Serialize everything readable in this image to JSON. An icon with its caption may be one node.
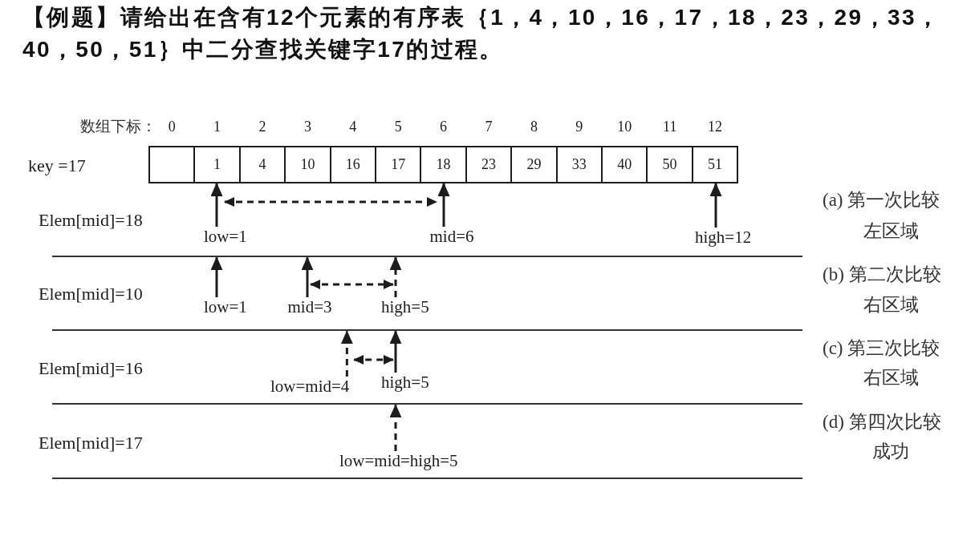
{
  "diagram": {
    "title": "【例题】请给出在含有12个元素的有序表｛1，4，10，16，17，18，23，29，33，40，50，51｝中二分查找关键字17的过程。",
    "nodes": [
      {
        "text": [],
        "shape": "box",
        "beside": [
          "0"
        ]
      },
      {
        "text": [
          "1"
        ],
        "beside": [
          "1"
        ]
      },
      {
        "text": [
          "4"
        ],
        "beside": [
          "2"
        ]
      },
      {
        "text": [
          "10"
        ],
        "beside": [
          "3"
        ]
      },
      {
        "text": [
          "16"
        ],
        "beside": [
          "4"
        ]
      },
      {
        "text": [
          "17"
        ],
        "beside": [
          "5"
        ]
      },
      {
        "text": [
          "18"
        ],
        "beside": [
          "6"
        ]
      },
      {
        "text": [
          "23"
        ],
        "beside": [
          "7"
        ]
      },
      {
        "text": [
          "29"
        ],
        "beside": [
          "8"
        ]
      },
      {
        "text": [
          "33"
        ],
        "beside": [
          "9"
        ]
      },
      {
        "text": [
          "40"
        ],
        "beside": [
          "10"
        ]
      },
      {
        "text": [
          "50"
        ],
        "beside": [
          "11"
        ]
      },
      {
        "text": [
          "51"
        ],
        "beside": [
          "12"
        ]
      },
      {
        "text": [
          "low=1"
        ]
      },
      {
        "text": [
          "mid=6"
        ]
      },
      {
        "text": [
          "high=12"
        ]
      },
      {
        "text": [],
        "shape": "bar"
      },
      {
        "text": [
          "low=1"
        ]
      },
      {
        "text": [
          "mid=3"
        ]
      },
      {
        "text": [
          "high=5"
        ]
      },
      {
        "text": [],
        "shape": "bar"
      },
      {
        "text": [
          "low=mid=4"
        ]
      },
      {
        "text": [
          "high=5"
        ]
      },
      {
        "text": [],
        "shape": "bar"
      },
      {
        "text": [
          "low=mid=high=5"
        ]
      },
      {
        "text": [],
        "shape": "bar"
      }
    ],
    "edges": [
      {
        "from": 13,
        "to": 1,
        "arrow": "to"
      },
      {
        "from": 14,
        "to": 6,
        "arrow": "to"
      },
      {
        "from": 15,
        "to": 12,
        "arrow": "to"
      },
      {
        "from": 1,
        "to": 6,
        "arrow": "both",
        "style": "dashed"
      },
      {
        "from": 17,
        "to": 16,
        "arrow": "to"
      },
      {
        "from": 18,
        "to": 16,
        "arrow": "to"
      },
      {
        "from": 19,
        "to": 16,
        "arrow": "to",
        "style": "dashed"
      },
      {
        "from": 18,
        "to": 19,
        "arrow": "both",
        "style": "dashed"
      },
      {
        "from": 21,
        "to": 20,
        "arrow": "to",
        "style": "dashed"
      },
      {
        "from": 22,
        "to": 20,
        "arrow": "to"
      },
      {
        "from": 21,
        "to": 22,
        "arrow": "both",
        "style": "dashed"
      },
      {
        "from": 24,
        "to": 23,
        "arrow": "to",
        "style": "dashed"
      }
    ],
    "labels": [
      "数组下标：",
      "key =17",
      "(a) 第一次比较",
      "Elem[mid]=18",
      "左区域",
      "(b) 第二次比较",
      "Elem[mid]=10",
      "右区域",
      "(c) 第三次比较",
      "Elem[mid]=16",
      "右区域",
      "(d) 第四次比较",
      "Elem[mid]=17",
      "成功"
    ]
  }
}
